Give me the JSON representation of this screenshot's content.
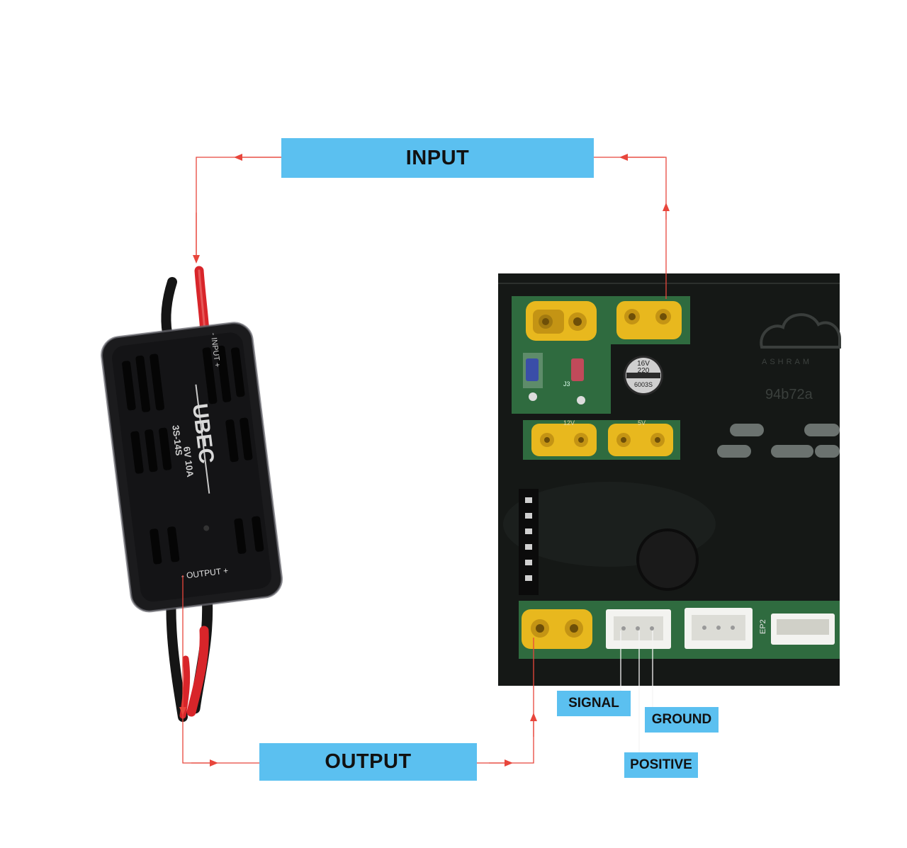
{
  "labels": {
    "input": "INPUT",
    "output": "OUTPUT",
    "signal": "SIGNAL",
    "ground": "GROUND",
    "positive": "POSITIVE"
  },
  "ubec": {
    "brand": "UBEC",
    "spec_cells": "3S-14S",
    "spec_output": "6V 10A",
    "input_marking": "- INPUT +",
    "output_marking": "- OUTPUT +"
  },
  "board": {
    "brand": "ASHRAM",
    "id_code": "94b72a",
    "capacitor_value": "220",
    "capacitor_voltage": "16V",
    "capacitor_code": "6003S",
    "jumper_label": "J3",
    "voltage_12v": "12V",
    "voltage_5v": "5V",
    "connector_ep2": "EP2"
  },
  "colors": {
    "label_bg": "#5bc0f0",
    "wire_line": "#e8463c",
    "board_black": "#151816",
    "pcb_green": "#2f6b3f",
    "xt_yellow": "#e8b81e"
  }
}
